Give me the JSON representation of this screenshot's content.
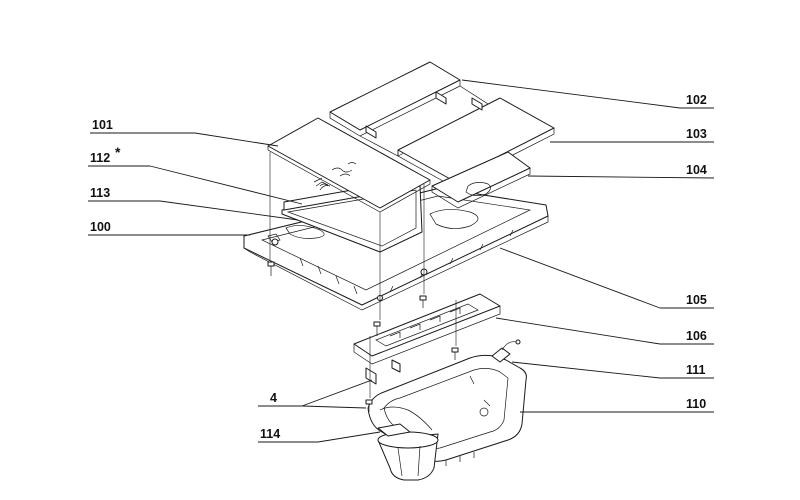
{
  "callouts": {
    "c100": "100",
    "c101": "101",
    "c102": "102",
    "c103": "103",
    "c104": "104",
    "c105": "105",
    "c106": "106",
    "c110": "110",
    "c111": "111",
    "c112": "112",
    "c112_mark": "*",
    "c113": "113",
    "c114": "114",
    "c4": "4"
  },
  "colors": {
    "line": "#1a1a1a",
    "background": "#ffffff"
  }
}
